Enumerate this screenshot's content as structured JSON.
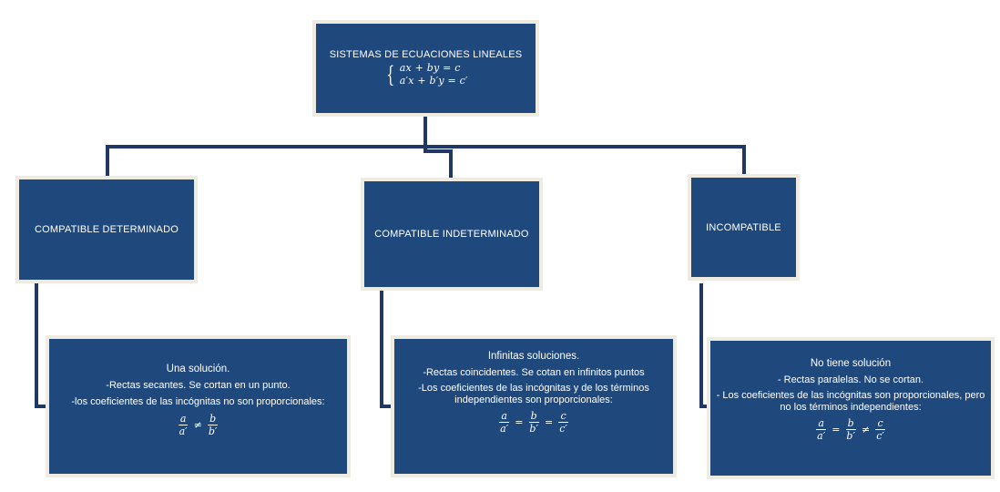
{
  "colors": {
    "box_fill": "#1f497d",
    "box_border": "#eeece1",
    "connector": "#1f3864",
    "text": "#ffffff"
  },
  "root": {
    "title": "SISTEMAS  DE  ECUACIONES  LINEALES",
    "equation_1": "ax + by = c",
    "equation_2": "a′x + b′y = c′"
  },
  "categories": [
    {
      "label": "COMPATIBLE  DETERMINADO",
      "details": {
        "headline": "Una solución.",
        "line_1": "-Rectas secantes. Se cortan en un punto.",
        "line_2": "-los coeficientes de las incógnitas no son proporcionales:",
        "formula": {
          "a": "a",
          "a_prime": "a′",
          "b": "b",
          "b_prime": "b′",
          "op_1": "≠"
        }
      }
    },
    {
      "label": "COMPATIBLE  INDETERMINADO",
      "details": {
        "headline": "Infinitas soluciones.",
        "line_1": "-Rectas coincidentes. Se cotan en infinitos puntos",
        "line_2": "-Los coeficientes de  las incógnitas y de los términos independientes son proporcionales:",
        "formula": {
          "a": "a",
          "a_prime": "a′",
          "b": "b",
          "b_prime": "b′",
          "c": "c",
          "c_prime": "c′",
          "op_1": "=",
          "op_2": "="
        }
      }
    },
    {
      "label": "INCOMPATIBLE",
      "details": {
        "headline": "No tiene solución",
        "line_1": "- Rectas paralelas. No se cortan.",
        "line_2": "- Los coeficientes de  las incógnitas  son proporcionales, pero no los términos independientes:",
        "formula": {
          "a": "a",
          "a_prime": "a′",
          "b": "b",
          "b_prime": "b′",
          "c": "c",
          "c_prime": "c′",
          "op_1": "=",
          "op_2": "≠"
        }
      }
    }
  ]
}
